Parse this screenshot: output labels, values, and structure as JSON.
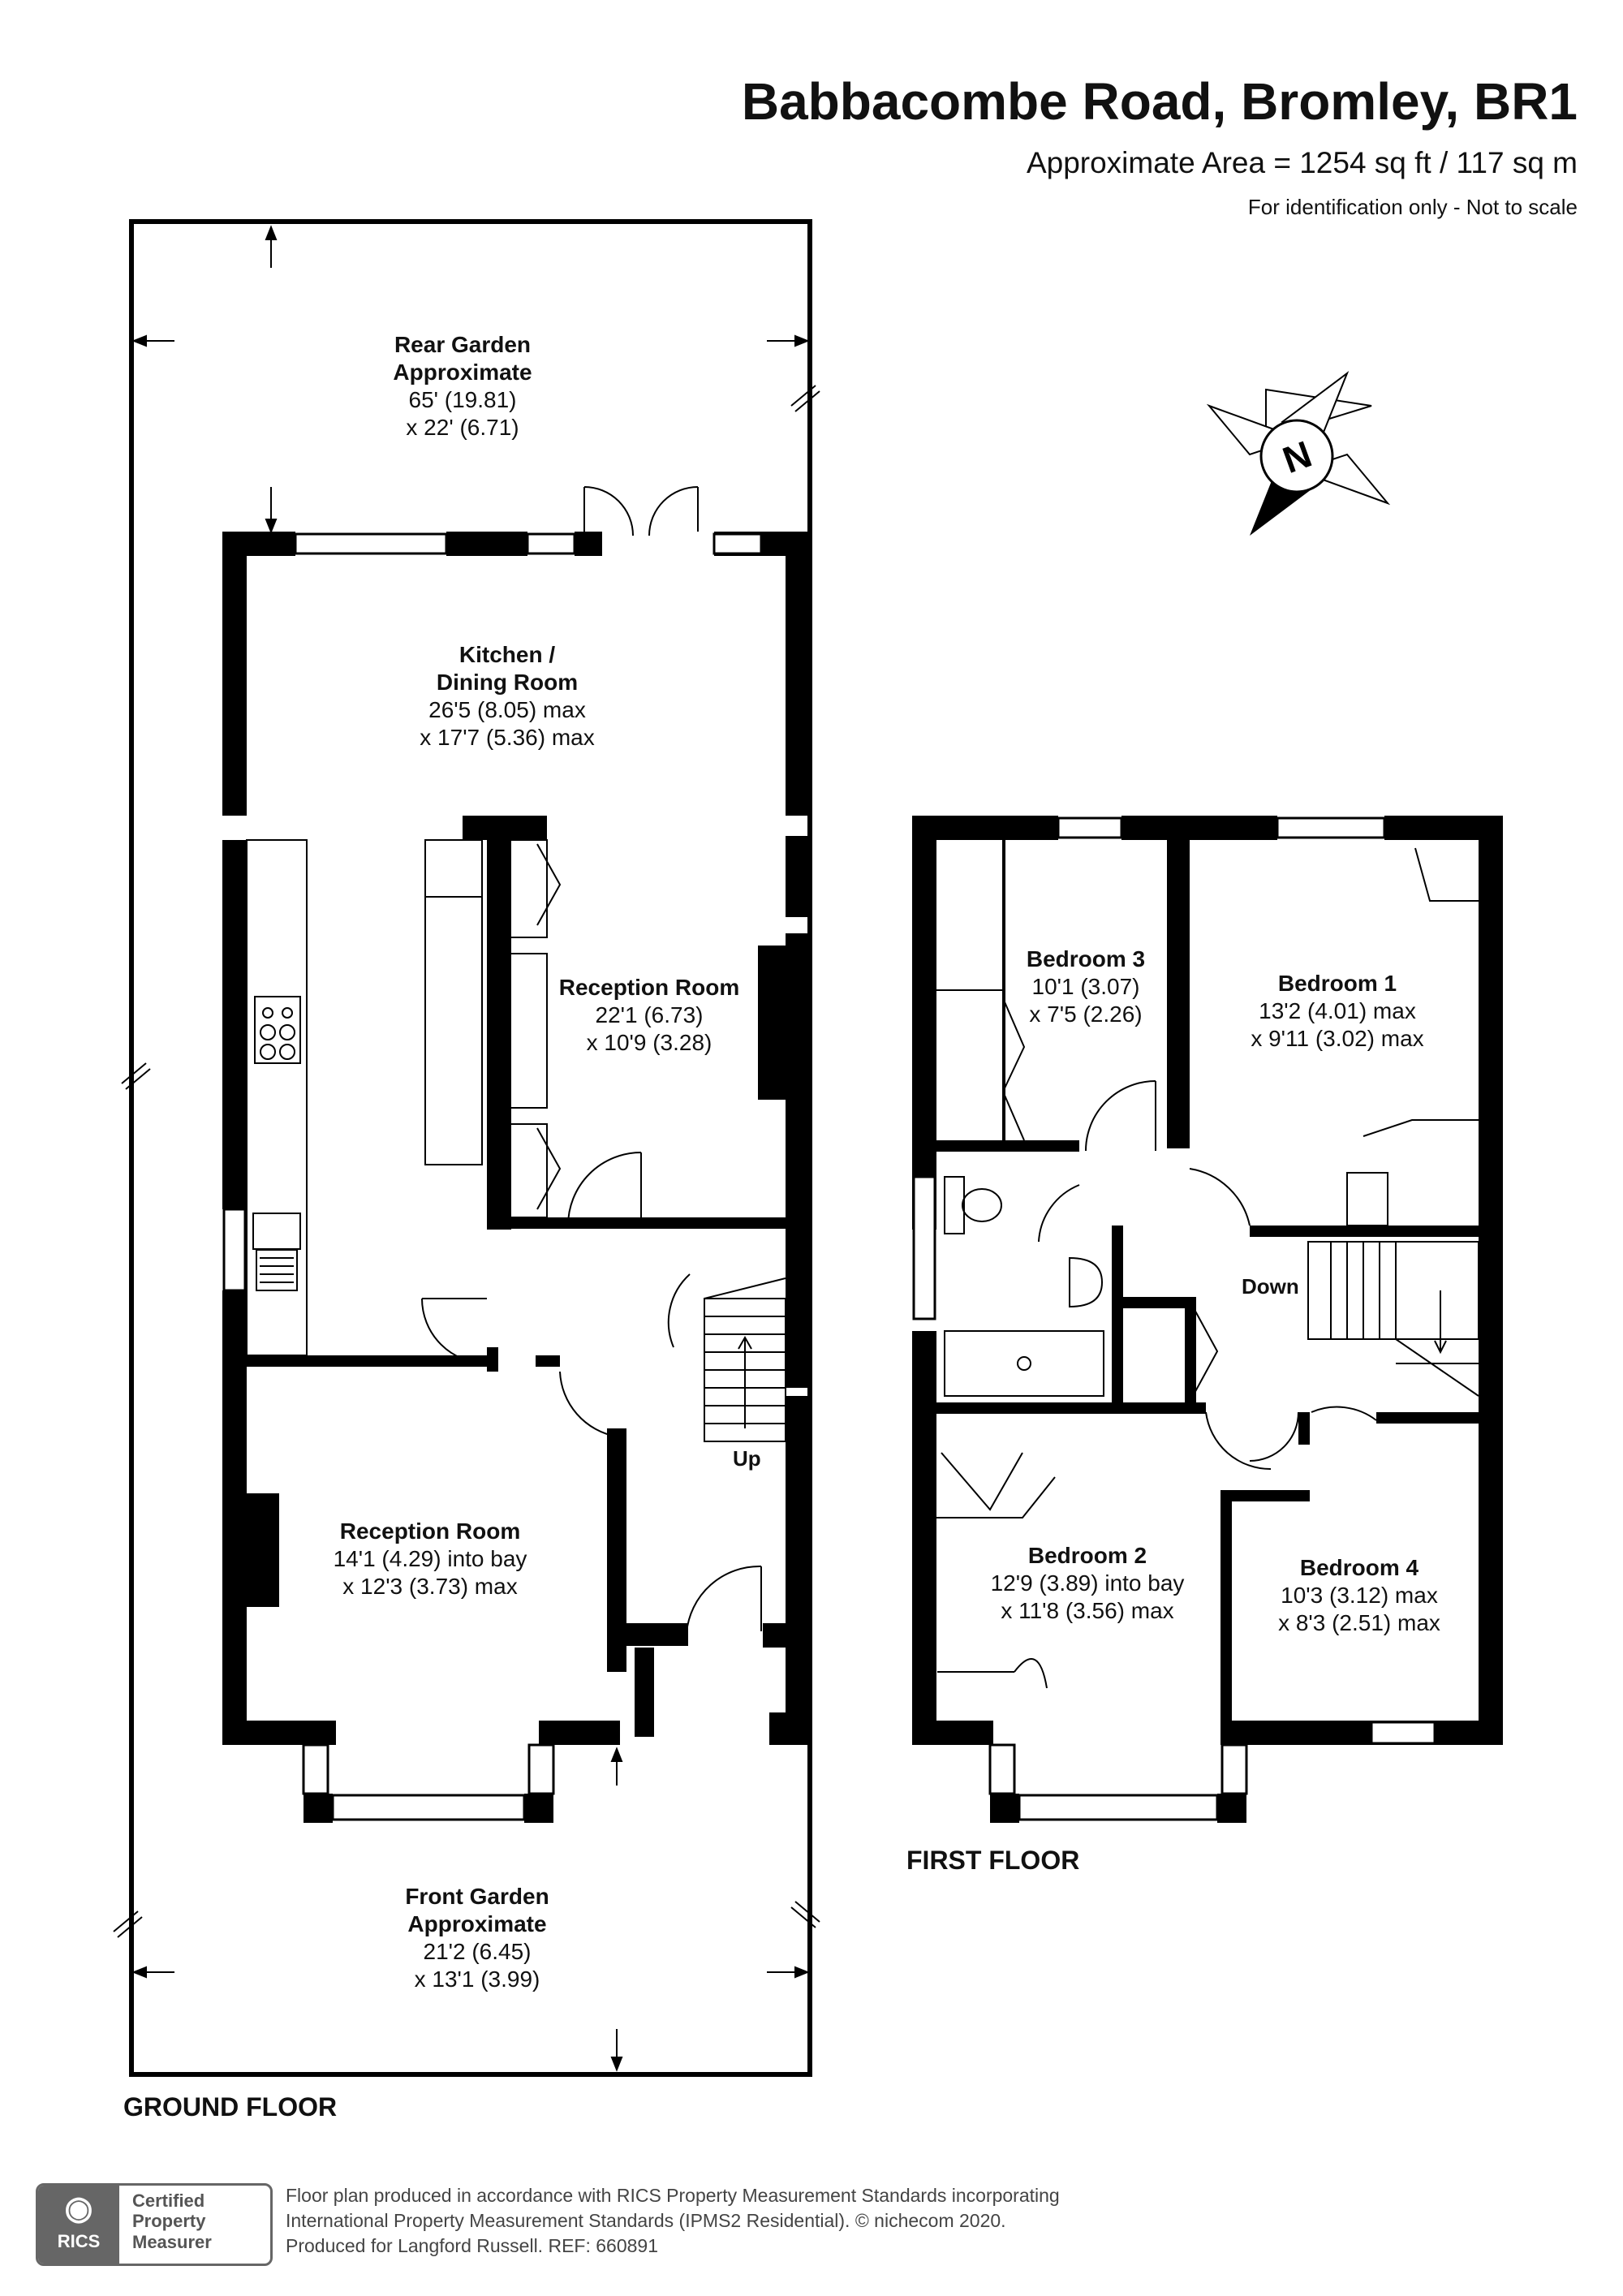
{
  "header": {
    "title": "Babbacombe Road, Bromley, BR1",
    "area": "Approximate Area = 1254 sq ft / 117 sq m",
    "note": "For identification only - Not to scale"
  },
  "compass": {
    "label": "N",
    "icon": "north-arrow-icon"
  },
  "ground_floor": {
    "label": "GROUND FLOOR",
    "rooms": [
      {
        "name": "Rear Garden\nApproximate",
        "dims": "65' (19.81)\nx 22' (6.71)"
      },
      {
        "name": "Kitchen /\nDining Room",
        "dims": "26'5 (8.05) max\nx 17'7 (5.36) max"
      },
      {
        "name": "Reception Room",
        "dims": "22'1 (6.73)\nx 10'9 (3.28)"
      },
      {
        "name": "Reception Room",
        "dims": "14'1 (4.29) into bay\nx 12'3 (3.73) max"
      },
      {
        "name": "Front Garden\nApproximate",
        "dims": "21'2 (6.45)\nx 13'1 (3.99)"
      }
    ],
    "stairs_label": "Up"
  },
  "first_floor": {
    "label": "FIRST FLOOR",
    "rooms": [
      {
        "name": "Bedroom 3",
        "dims": "10'1 (3.07)\nx 7'5 (2.26)"
      },
      {
        "name": "Bedroom 1",
        "dims": "13'2 (4.01) max\nx 9'11 (3.02) max"
      },
      {
        "name": "Bedroom 2",
        "dims": "12'9 (3.89) into bay\nx 11'8 (3.56) max"
      },
      {
        "name": "Bedroom 4",
        "dims": "10'3 (3.12) max\nx 8'3 (2.51) max"
      }
    ],
    "stairs_label": "Down"
  },
  "footer": {
    "badge_mark": "RICS",
    "badge_text": "Certified\nProperty\nMeasurer",
    "line1": "Floor plan produced in accordance with RICS Property Measurement Standards incorporating",
    "line2": "International Property Measurement Standards (IPMS2 Residential).   © nichecom 2020.",
    "line3": "Produced for Langford Russell.   REF: 660891"
  }
}
